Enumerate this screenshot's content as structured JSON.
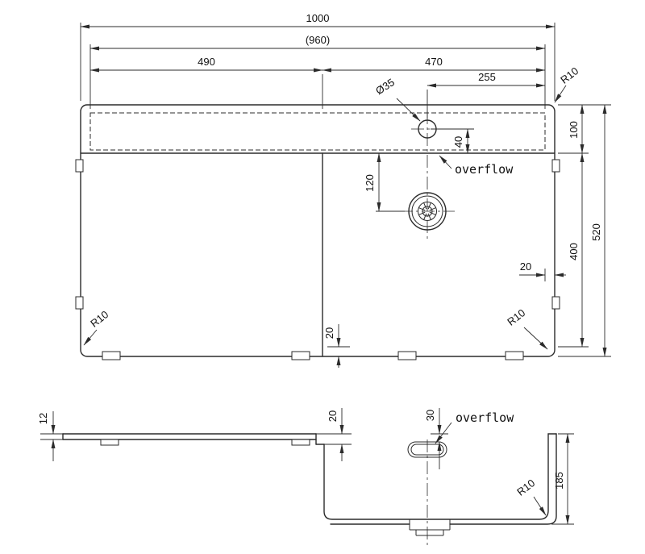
{
  "top_view": {
    "overall_width": "1000",
    "inner_width": "(960)",
    "left_section": "490",
    "right_section": "470",
    "hole_offset": "255",
    "corner_radius_top_right": "R10",
    "hole_diameter": "Ø35",
    "hole_depth": "40",
    "ledge_height": "100",
    "drain_offset": "120",
    "overflow": "overflow",
    "bowl_length": "400",
    "overall_depth": "520",
    "rim_right": "20",
    "rim_bottom": "20",
    "corner_radius_bottom_right": "R10",
    "corner_radius_bottom_left": "R10"
  },
  "side_view": {
    "flange_thickness": "12",
    "step_depth": "20",
    "overflow_offset": "30",
    "overflow": "overflow",
    "bowl_depth": "185",
    "corner_radius": "R10"
  }
}
